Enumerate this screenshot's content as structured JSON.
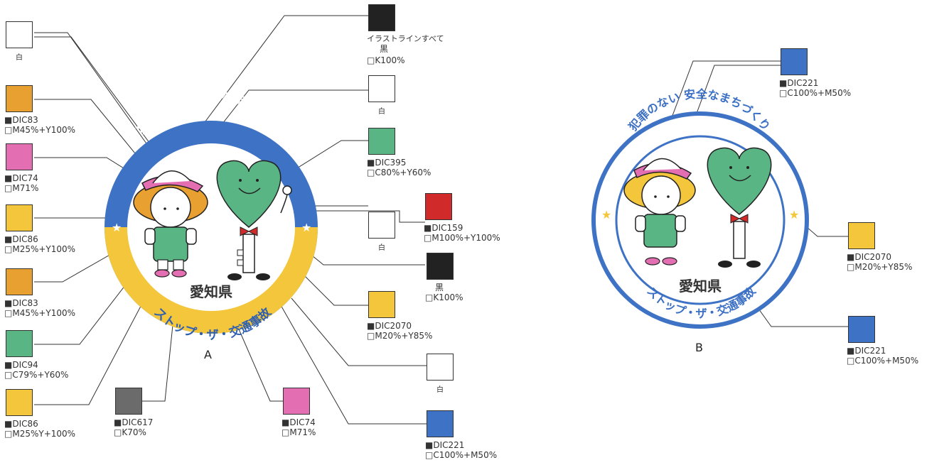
{
  "colors": {
    "blue": "#3e72c4",
    "yellow": "#f4c63c",
    "orange": "#e8a030",
    "pink": "#e36fb2",
    "green": "#5ab584",
    "red": "#d02a2a",
    "gray": "#6b6b6b",
    "black": "#222222",
    "white": "#ffffff"
  },
  "emblem": {
    "top_text": "犯罪のない 安全なまちづくり",
    "bottom_text": "ストップ・ザ・交通事故",
    "prefecture": "愛知県",
    "star": "★"
  },
  "captions": {
    "a": "A",
    "b": "B"
  },
  "swatches_a": [
    {
      "color": "#ffffff",
      "line1": "白",
      "line2": ""
    },
    {
      "color": "#e8a030",
      "line1": "■DIC83",
      "line2": "□M45%+Y100%"
    },
    {
      "color": "#e36fb2",
      "line1": "■DIC74",
      "line2": "□M71%"
    },
    {
      "color": "#f4c63c",
      "line1": "■DIC86",
      "line2": "□M25%+Y100%"
    },
    {
      "color": "#e8a030",
      "line1": "■DIC83",
      "line2": "□M45%+Y100%"
    },
    {
      "color": "#5ab584",
      "line1": "■DIC94",
      "line2": "□C79%+Y60%"
    },
    {
      "color": "#f4c63c",
      "line1": "■DIC86",
      "line2": "□M25%Y+100%"
    },
    {
      "color": "#6b6b6b",
      "line1": "■DIC617",
      "line2": "□K70%"
    },
    {
      "color": "#e36fb2",
      "line1": "■DIC74",
      "line2": "□M71%"
    },
    {
      "color": "#222222",
      "line0": "イラストラインすべて",
      "line1": "黒",
      "line2": "□K100%"
    },
    {
      "color": "#ffffff",
      "line1": "白",
      "line2": ""
    },
    {
      "color": "#5ab584",
      "line1": "■DIC395",
      "line2": "□C80%+Y60%"
    },
    {
      "color": "#d02a2a",
      "line1": "■DIC159",
      "line2": "□M100%+Y100%"
    },
    {
      "color": "#ffffff",
      "line1": "白",
      "line2": ""
    },
    {
      "color": "#222222",
      "line1": "黒",
      "line2": "□K100%"
    },
    {
      "color": "#f4c63c",
      "line1": "■DIC2070",
      "line2": "□M20%+Y85%"
    },
    {
      "color": "#ffffff",
      "line1": "白",
      "line2": ""
    },
    {
      "color": "#3e72c4",
      "line1": "■DIC221",
      "line2": "□C100%+M50%"
    }
  ],
  "swatches_b": [
    {
      "color": "#3e72c4",
      "line1": "■DIC221",
      "line2": "□C100%+M50%"
    },
    {
      "color": "#f4c63c",
      "line1": "■DIC2070",
      "line2": "□M20%+Y85%"
    },
    {
      "color": "#3e72c4",
      "line1": "■DIC221",
      "line2": "□C100%+M50%"
    }
  ]
}
